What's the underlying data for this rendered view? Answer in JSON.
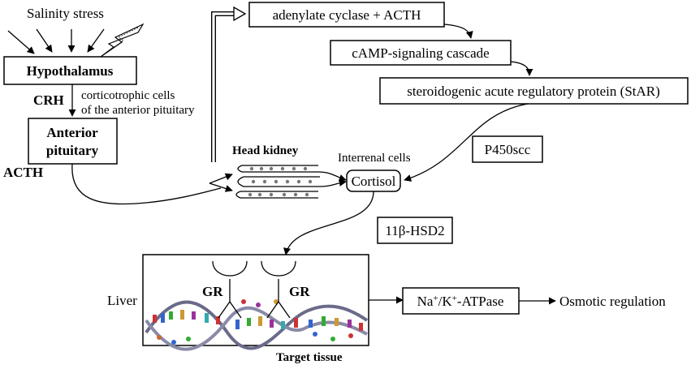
{
  "diagram": {
    "salinity_stress": "Salinity stress",
    "hypothalamus": "Hypothalamus",
    "crh": "CRH",
    "corticotrophic_line1": "corticotrophic cells",
    "corticotrophic_line2": "of the anterior pituitary",
    "anterior_pituitary_line1": "Anterior",
    "anterior_pituitary_line2": "pituitary",
    "acth": "ACTH",
    "head_kidney": "Head kidney",
    "interrenal_cells": "Interrenal cells",
    "cortisol": "Cortisol",
    "adenylate_cyclase": "adenylate cyclase + ACTH",
    "camp_cascade": "cAMP-signaling cascade",
    "star_protein": "steroidogenic acute regulatory protein (StAR)",
    "p450scc": "P450scc",
    "hsd2": "11β-HSD2",
    "liver": "Liver",
    "gr_left": "GR",
    "gr_right": "GR",
    "target_tissue": "Target tissue",
    "na_k_na": "Na",
    "na_k_plus1": "+",
    "na_k_k": "/K",
    "na_k_plus2": "+",
    "na_k_atpase": "-ATPase",
    "osmotic_regulation": "Osmotic  regulation"
  }
}
